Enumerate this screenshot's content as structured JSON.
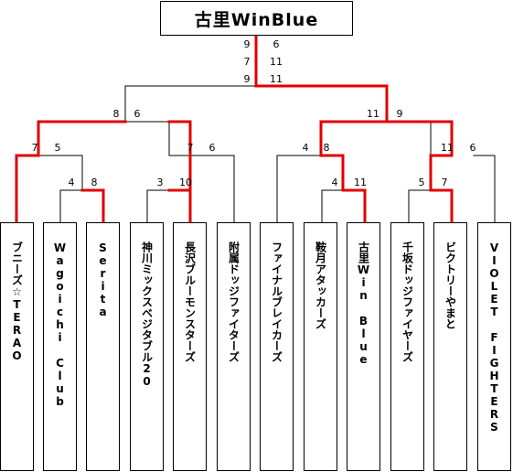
{
  "champion": "古里WinBlue",
  "final_scores": {
    "left": [
      "9",
      "7",
      "9"
    ],
    "right": [
      "6",
      "11",
      "11"
    ]
  },
  "teams": [
    "ブニーズ☆TERAO",
    "Wagoichi Club",
    "Serita",
    "神川ミックスベジタブル20",
    "長沢ブルーモンスターズ",
    "附属ドッジファイターズ",
    "ファイナルブレイカーズ",
    "鞍月アタッカーズ",
    "古里Win Blue",
    "千坂ドッジファイヤーズ",
    "ビクトリーやまと",
    "VIOLET FIGHTERS"
  ],
  "scores": {
    "sf_left": [
      "8",
      "6"
    ],
    "sf_right": [
      "11",
      "9"
    ],
    "qf1": [
      "7",
      "5"
    ],
    "qf2": [
      "7",
      "6"
    ],
    "qf3": [
      "4",
      "8"
    ],
    "qf4": [
      "11",
      "6"
    ],
    "r1_a": [
      "4",
      "8"
    ],
    "r1_b": [
      "3",
      "10"
    ],
    "r1_c": [
      "4",
      "11"
    ],
    "r1_d": [
      "5",
      "7"
    ]
  },
  "colors": {
    "winner_line": "#e00000",
    "line": "#000000"
  }
}
